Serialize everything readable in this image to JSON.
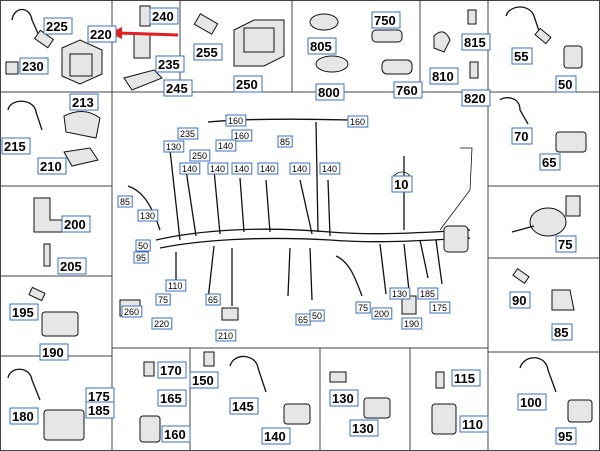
{
  "diagram": {
    "callouts": [
      {
        "id": "c225",
        "text": "225",
        "size": "big"
      },
      {
        "id": "c220",
        "text": "220",
        "size": "big"
      },
      {
        "id": "c230",
        "text": "230",
        "size": "big"
      },
      {
        "id": "c240",
        "text": "240",
        "size": "big"
      },
      {
        "id": "c235",
        "text": "235",
        "size": "big"
      },
      {
        "id": "c245",
        "text": "245",
        "size": "big"
      },
      {
        "id": "c255",
        "text": "255",
        "size": "big"
      },
      {
        "id": "c250",
        "text": "250",
        "size": "big"
      },
      {
        "id": "c805",
        "text": "805",
        "size": "big"
      },
      {
        "id": "c800",
        "text": "800",
        "size": "big"
      },
      {
        "id": "c750",
        "text": "750",
        "size": "big"
      },
      {
        "id": "c760",
        "text": "760",
        "size": "big"
      },
      {
        "id": "c815",
        "text": "815",
        "size": "big"
      },
      {
        "id": "c810",
        "text": "810",
        "size": "big"
      },
      {
        "id": "c820",
        "text": "820",
        "size": "big"
      },
      {
        "id": "c55",
        "text": "55",
        "size": "big"
      },
      {
        "id": "c50",
        "text": "50",
        "size": "big"
      },
      {
        "id": "c213",
        "text": "213",
        "size": "big"
      },
      {
        "id": "c215",
        "text": "215",
        "size": "big"
      },
      {
        "id": "c210",
        "text": "210",
        "size": "big"
      },
      {
        "id": "c70",
        "text": "70",
        "size": "big"
      },
      {
        "id": "c65r",
        "text": "65",
        "size": "big"
      },
      {
        "id": "c200",
        "text": "200",
        "size": "big"
      },
      {
        "id": "c205",
        "text": "205",
        "size": "big"
      },
      {
        "id": "c75r",
        "text": "75",
        "size": "big"
      },
      {
        "id": "c195",
        "text": "195",
        "size": "big"
      },
      {
        "id": "c190l",
        "text": "190",
        "size": "big"
      },
      {
        "id": "c90",
        "text": "90",
        "size": "big"
      },
      {
        "id": "c85r",
        "text": "85",
        "size": "big"
      },
      {
        "id": "c180",
        "text": "180",
        "size": "big"
      },
      {
        "id": "c175b",
        "text": "175",
        "size": "big"
      },
      {
        "id": "c185b",
        "text": "185",
        "size": "big"
      },
      {
        "id": "c170",
        "text": "170",
        "size": "big"
      },
      {
        "id": "c165",
        "text": "165",
        "size": "big"
      },
      {
        "id": "c160b",
        "text": "160",
        "size": "big"
      },
      {
        "id": "c150",
        "text": "150",
        "size": "big"
      },
      {
        "id": "c145",
        "text": "145",
        "size": "big"
      },
      {
        "id": "c140b",
        "text": "140",
        "size": "big"
      },
      {
        "id": "c130b",
        "text": "130",
        "size": "big"
      },
      {
        "id": "c135b",
        "text": "130",
        "size": "big"
      },
      {
        "id": "c115",
        "text": "115",
        "size": "big"
      },
      {
        "id": "c110b",
        "text": "110",
        "size": "big"
      },
      {
        "id": "c100",
        "text": "100",
        "size": "big"
      },
      {
        "id": "c95b",
        "text": "95",
        "size": "big"
      },
      {
        "id": "c10",
        "text": "10",
        "size": "big"
      },
      {
        "id": "s160a",
        "text": "160",
        "size": "small"
      },
      {
        "id": "s160b",
        "text": "160",
        "size": "small"
      },
      {
        "id": "s160c",
        "text": "160",
        "size": "small"
      },
      {
        "id": "s235",
        "text": "235",
        "size": "small"
      },
      {
        "id": "s85a",
        "text": "85",
        "size": "small"
      },
      {
        "id": "s130a",
        "text": "130",
        "size": "small"
      },
      {
        "id": "s250",
        "text": "250",
        "size": "small"
      },
      {
        "id": "s140a",
        "text": "140",
        "size": "small"
      },
      {
        "id": "s140b",
        "text": "140",
        "size": "small"
      },
      {
        "id": "s140c",
        "text": "140",
        "size": "small"
      },
      {
        "id": "s140d",
        "text": "140",
        "size": "small"
      },
      {
        "id": "s140e",
        "text": "140",
        "size": "small"
      },
      {
        "id": "s140f",
        "text": "140",
        "size": "small"
      },
      {
        "id": "s140g",
        "text": "140",
        "size": "small"
      },
      {
        "id": "s85b",
        "text": "85",
        "size": "small"
      },
      {
        "id": "s130b",
        "text": "130",
        "size": "small"
      },
      {
        "id": "s50",
        "text": "50",
        "size": "small"
      },
      {
        "id": "s95",
        "text": "95",
        "size": "small"
      },
      {
        "id": "s110",
        "text": "110",
        "size": "small"
      },
      {
        "id": "s75a",
        "text": "75",
        "size": "small"
      },
      {
        "id": "s65a",
        "text": "65",
        "size": "small"
      },
      {
        "id": "s260",
        "text": "260",
        "size": "small"
      },
      {
        "id": "s220",
        "text": "220",
        "size": "small"
      },
      {
        "id": "s210",
        "text": "210",
        "size": "small"
      },
      {
        "id": "s65b",
        "text": "65",
        "size": "small"
      },
      {
        "id": "s50b",
        "text": "50",
        "size": "small"
      },
      {
        "id": "s75b",
        "text": "75",
        "size": "small"
      },
      {
        "id": "s200",
        "text": "200",
        "size": "small"
      },
      {
        "id": "s130c",
        "text": "130",
        "size": "small"
      },
      {
        "id": "s185",
        "text": "185",
        "size": "small"
      },
      {
        "id": "s175",
        "text": "175",
        "size": "small"
      },
      {
        "id": "s190",
        "text": "190",
        "size": "small"
      }
    ],
    "colors": {
      "label_border": "#3a6fc4",
      "grid": "#444444",
      "arrow": "#e02020",
      "part_fill": "#e6e6e6"
    },
    "highlight_arrow": {
      "target": "220",
      "color": "#e02020"
    }
  }
}
